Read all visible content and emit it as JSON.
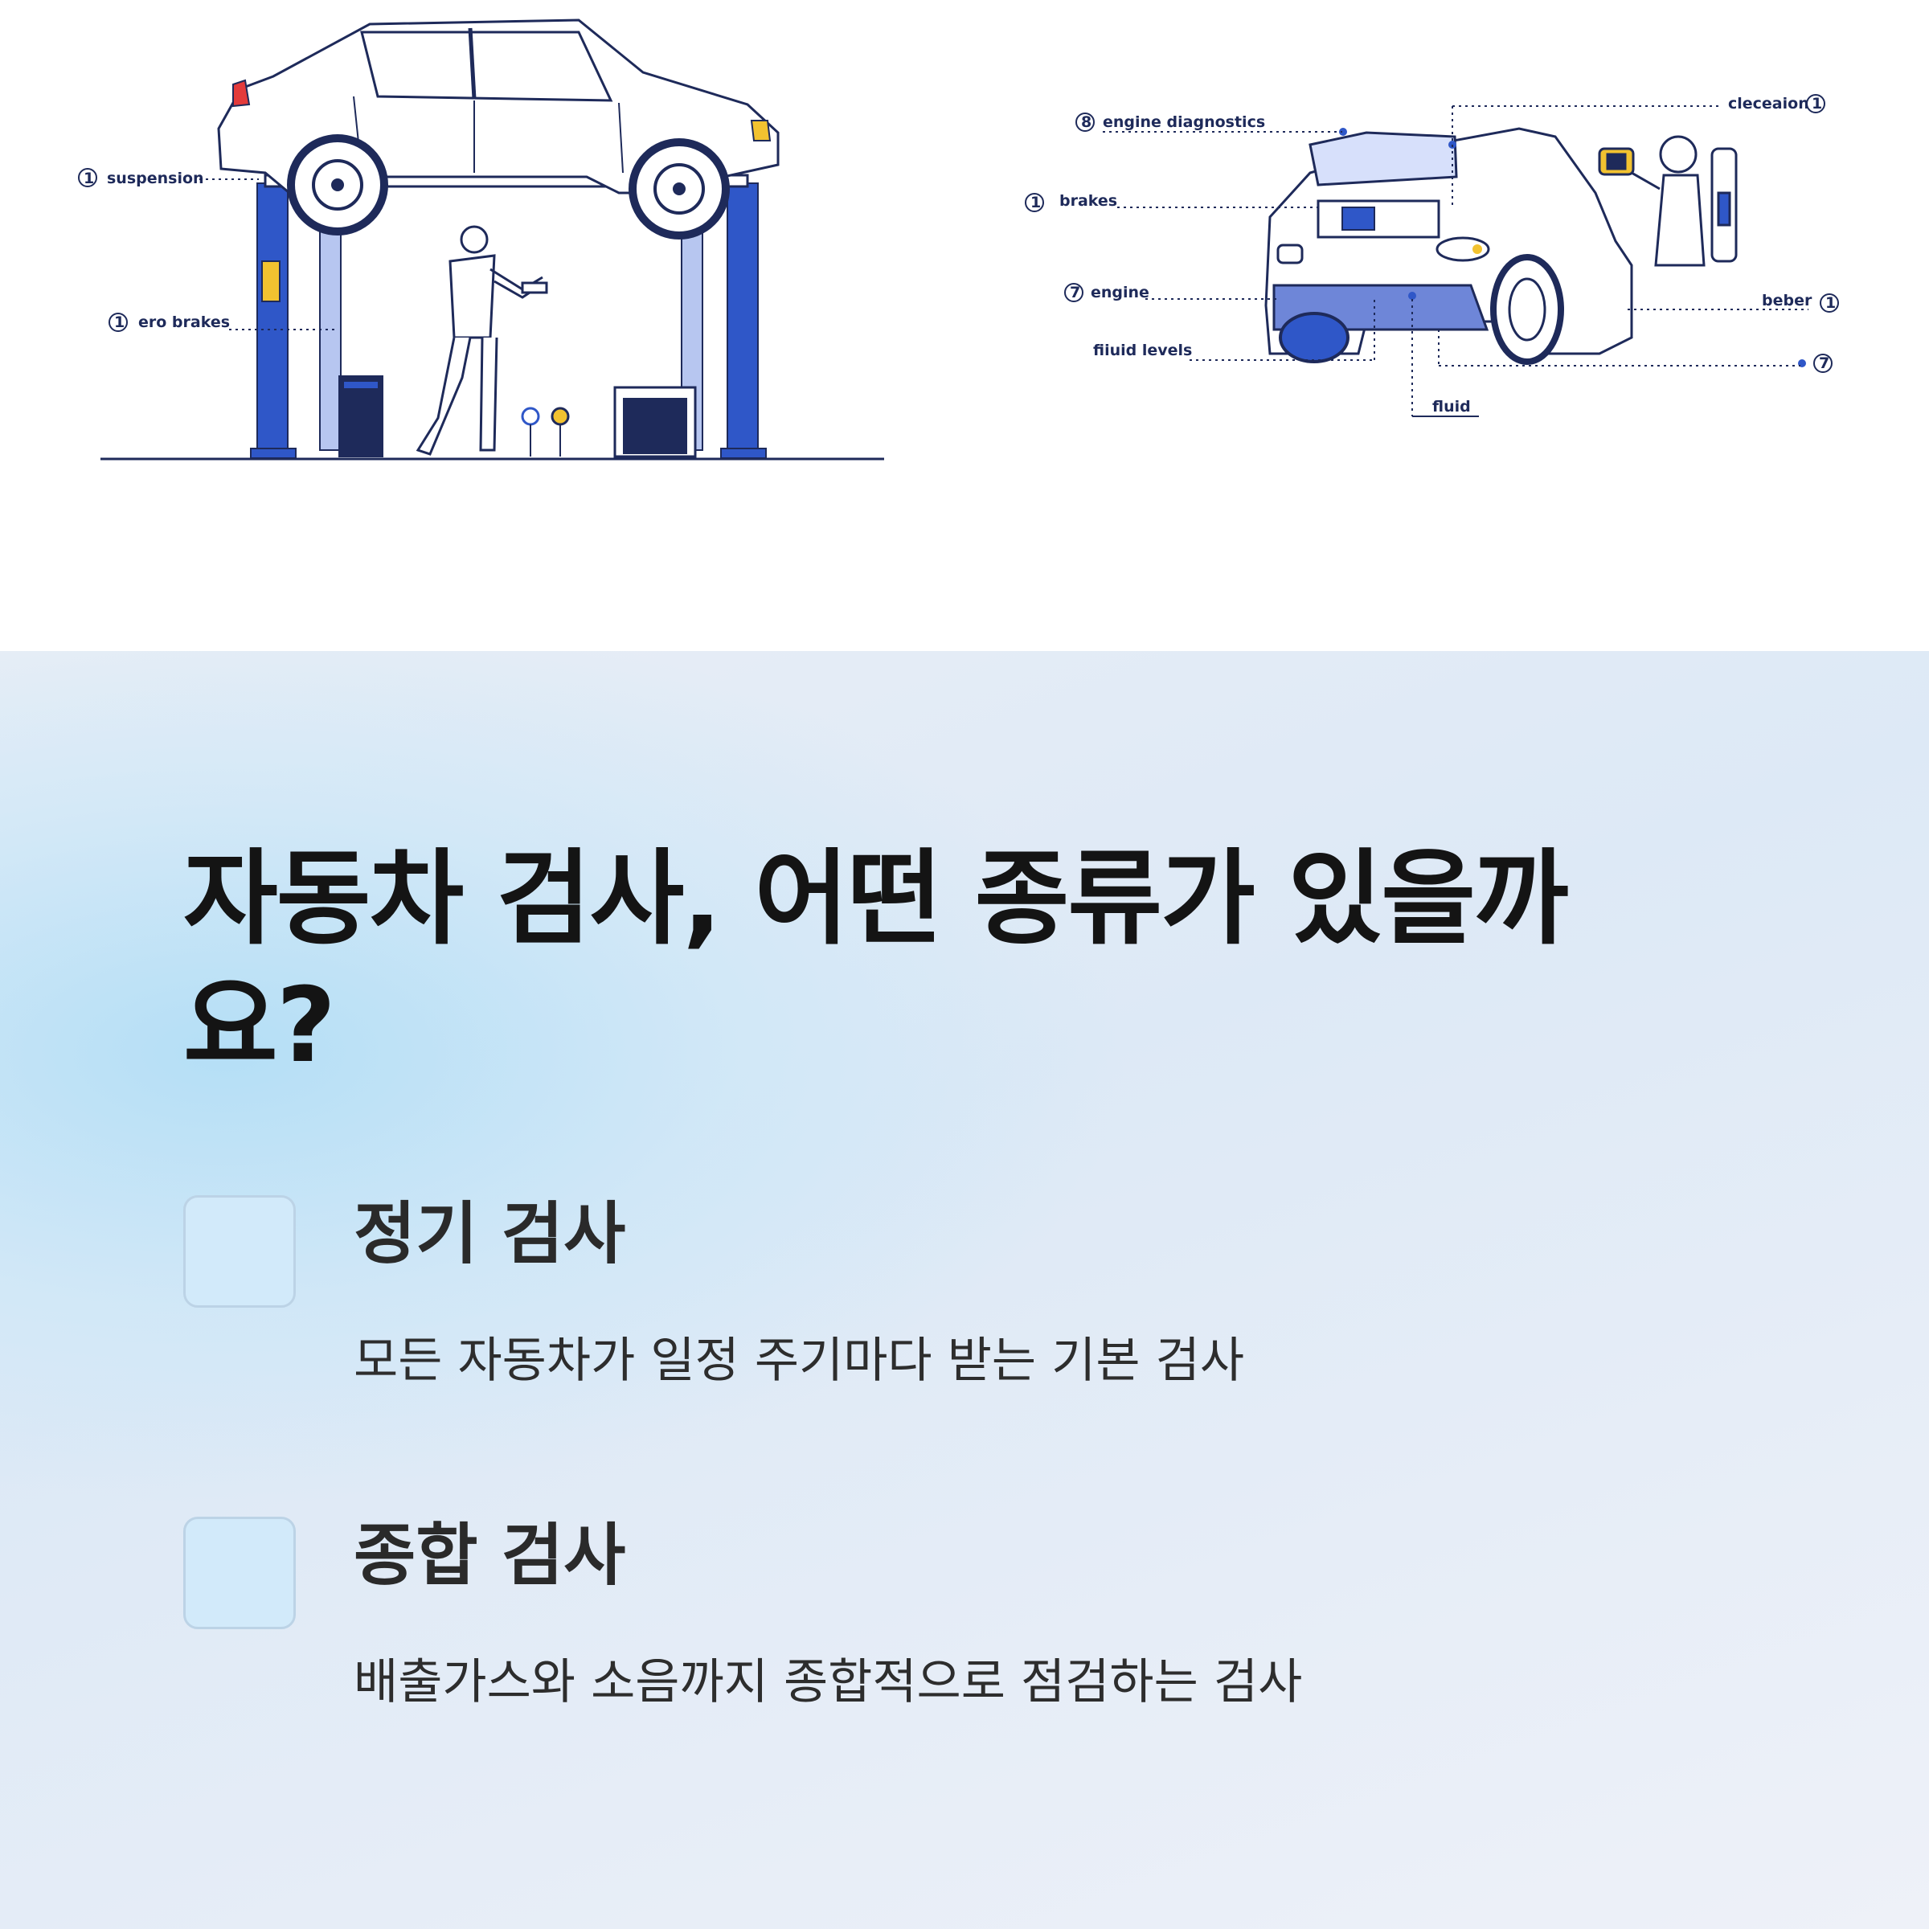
{
  "illustration": {
    "left_labels": {
      "suspension": "suspension",
      "brakes": "ero brakes"
    },
    "right_labels": {
      "engine_diagnostics": "engine diagnostics",
      "brakes": "brakes",
      "engine": "engine",
      "fluid_levels": "fiiuid levels",
      "fluid": "fluid",
      "top_right": "cleceaion",
      "right_mid": "beber"
    },
    "marker_numbers": {
      "suspension": "1",
      "brakes_left": "1",
      "engine_diagnostics": "8",
      "brakes_right": "1",
      "engine": "7",
      "top_right": "1",
      "right_mid": "1",
      "right_low": "7"
    },
    "accent_color": "#2f57c8",
    "line_color": "#1e2a5a"
  },
  "content": {
    "title": "자동차 검사, 어떤 종류가 있을까요?",
    "items": [
      {
        "title": "정기 검사",
        "description": "모든 자동차가 일정 주기마다 받는 기본 검사"
      },
      {
        "title": "종합 검사",
        "description": "배출가스와 소음까지 종합적으로 점검하는 검사"
      }
    ]
  }
}
